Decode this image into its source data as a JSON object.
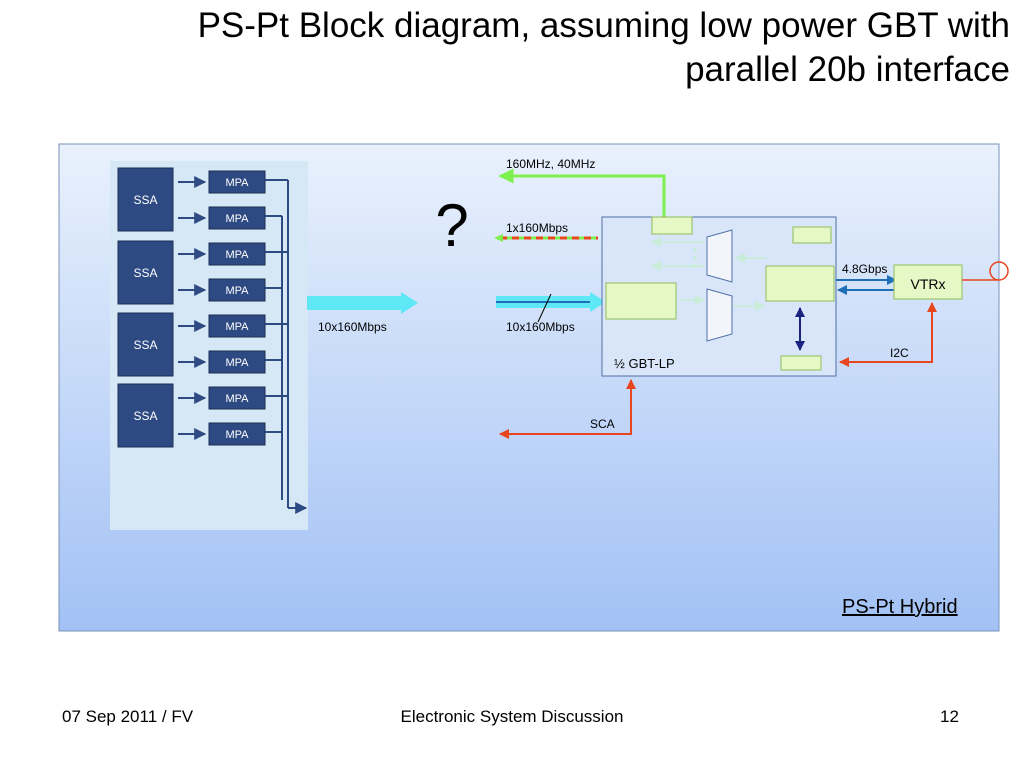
{
  "title": {
    "line1": "PS-Pt Block diagram, assuming low power GBT with",
    "line2": "parallel 20b interface"
  },
  "diagram": {
    "ssa_label": "SSA",
    "mpa_label": "MPA",
    "question_mark": "?",
    "clock_label": "160MHz, 40MHz",
    "fast_control_label": "1x160Mbps",
    "data_in_label_left": "10x160Mbps",
    "data_in_label_right": "10x160Mbps",
    "gbt_label": "½ GBT-LP",
    "rate_label": "4.8Gbps",
    "vtrx_label": "VTRx",
    "i2c_label": "I2C",
    "sca_label": "SCA",
    "hybrid_label": "PS-Pt Hybrid"
  },
  "colors": {
    "panel_top": "#e8f0fb",
    "panel_bottom": "#a4c2f4",
    "ssa_block": "#2e4a82",
    "mpa_block": "#2e4a82",
    "data_arrow": "#5ee8f5",
    "clock_green": "#7ef04e",
    "control_red": "#e8461e",
    "link_blue": "#1f6fb8",
    "gbt_box": "#d9e6fa",
    "green_cell": "#e6f8c6"
  },
  "footer": {
    "date": "07 Sep 2011 / FV",
    "center": "Electronic System Discussion",
    "page": "12"
  }
}
